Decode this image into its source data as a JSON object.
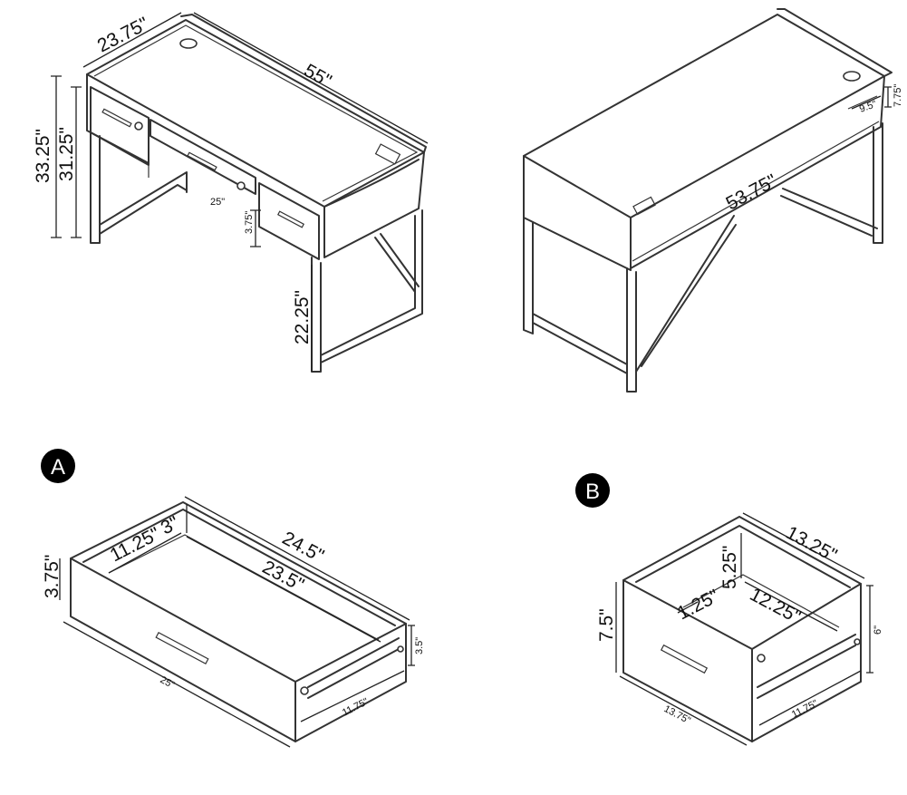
{
  "top_left_view": {
    "dims": {
      "depth": "23.75\"",
      "width": "55\"",
      "height_total": "33.25\"",
      "height_top": "31.25\"",
      "drawer_width": "25\"",
      "drawer_height": "3.75\"",
      "leg_height": "22.25\""
    }
  },
  "top_right_view": {
    "dims": {
      "inner_width": "53.75\"",
      "shelf_depth": "9.5\"",
      "shelf_height": "7.75\""
    }
  },
  "drawer_a": {
    "badge": "A",
    "dims": {
      "height": "3.75\"",
      "inner_depth": "11.25\"",
      "inner_height": "3\"",
      "outer_length": "24.5\"",
      "inner_length": "23.5\"",
      "side_height": "3.5\"",
      "front_width": "25\"",
      "depth": "11.75\""
    }
  },
  "drawer_b": {
    "badge": "B",
    "dims": {
      "outer_width": "13.25\"",
      "inner_height": "5.25\"",
      "inner_offset": "1.25\"",
      "inner_width": "12.25\"",
      "height": "7.5\"",
      "side_height": "6\"",
      "front_width": "13.75\"",
      "depth": "11.75\""
    }
  }
}
